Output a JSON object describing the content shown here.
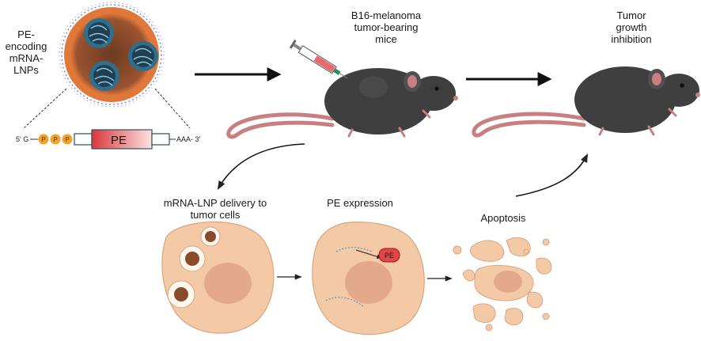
{
  "labels": {
    "lnp": [
      "PE-",
      "encoding",
      "mRNA-",
      "LNPs"
    ],
    "mice": [
      "B16-melanoma",
      "tumor-bearing",
      "mice"
    ],
    "inhibition": [
      "Tumor",
      "growth",
      "inhibition"
    ],
    "delivery": [
      "mRNA-LNP delivery to",
      "tumor cells"
    ],
    "expression": "PE expression",
    "apoptosis": "Apoptosis"
  },
  "construct": {
    "five_prime": "5' G",
    "phosphates": [
      "P",
      "P",
      "P"
    ],
    "gene": "PE",
    "three_prime": "AAA- 3'"
  },
  "expressed_protein": "PE",
  "colors": {
    "mouse_body": "#3f3f3f",
    "mouse_tail": "#c97f7f",
    "cell": "#f4c9a6",
    "nucleus": "#e3a98a",
    "lnp_shell": "#e0783a",
    "lnp_core": "#8a4b2a",
    "mrna_core": "#2d4f63",
    "lipid_tail": "#7a79c9",
    "pe_gradient_start": "#d9383b",
    "phosphate": "#f0a22a",
    "arrow": "#111111"
  }
}
